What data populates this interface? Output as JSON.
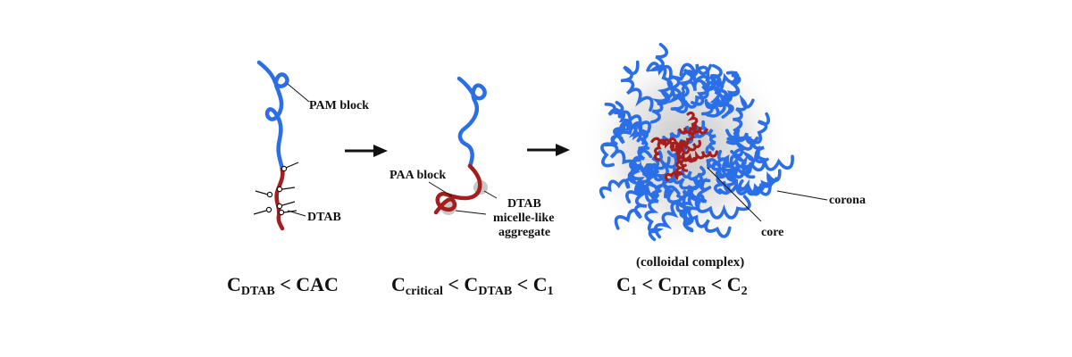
{
  "colors": {
    "pam_block": "#2a6ee8",
    "paa_block": "#a51e1e",
    "aggregate": "#c4c4c4",
    "text": "#111111"
  },
  "panel1": {
    "label_pam": "PAM block",
    "label_dtab": "DTAB",
    "condition": {
      "c": "C",
      "sub": "DTAB",
      "rest": " < CAC"
    }
  },
  "panel2": {
    "label_paa": "PAA block",
    "label_aggregate": [
      "DTAB",
      "micelle-like",
      "aggregate"
    ],
    "condition": {
      "c1": "C",
      "sub1": "critical",
      "mid": " < C",
      "sub2": "DTAB",
      "mid2": " < C",
      "sub3": "1"
    }
  },
  "panel3": {
    "label_corona": "corona",
    "label_core": "core",
    "caption": "(colloidal complex)",
    "condition": {
      "c1": "C",
      "sub1": "1",
      "mid": " < C",
      "sub2": "DTAB",
      "mid2": " < C",
      "sub3": "2"
    }
  },
  "arrows": [
    "arrow-1",
    "arrow-2"
  ]
}
